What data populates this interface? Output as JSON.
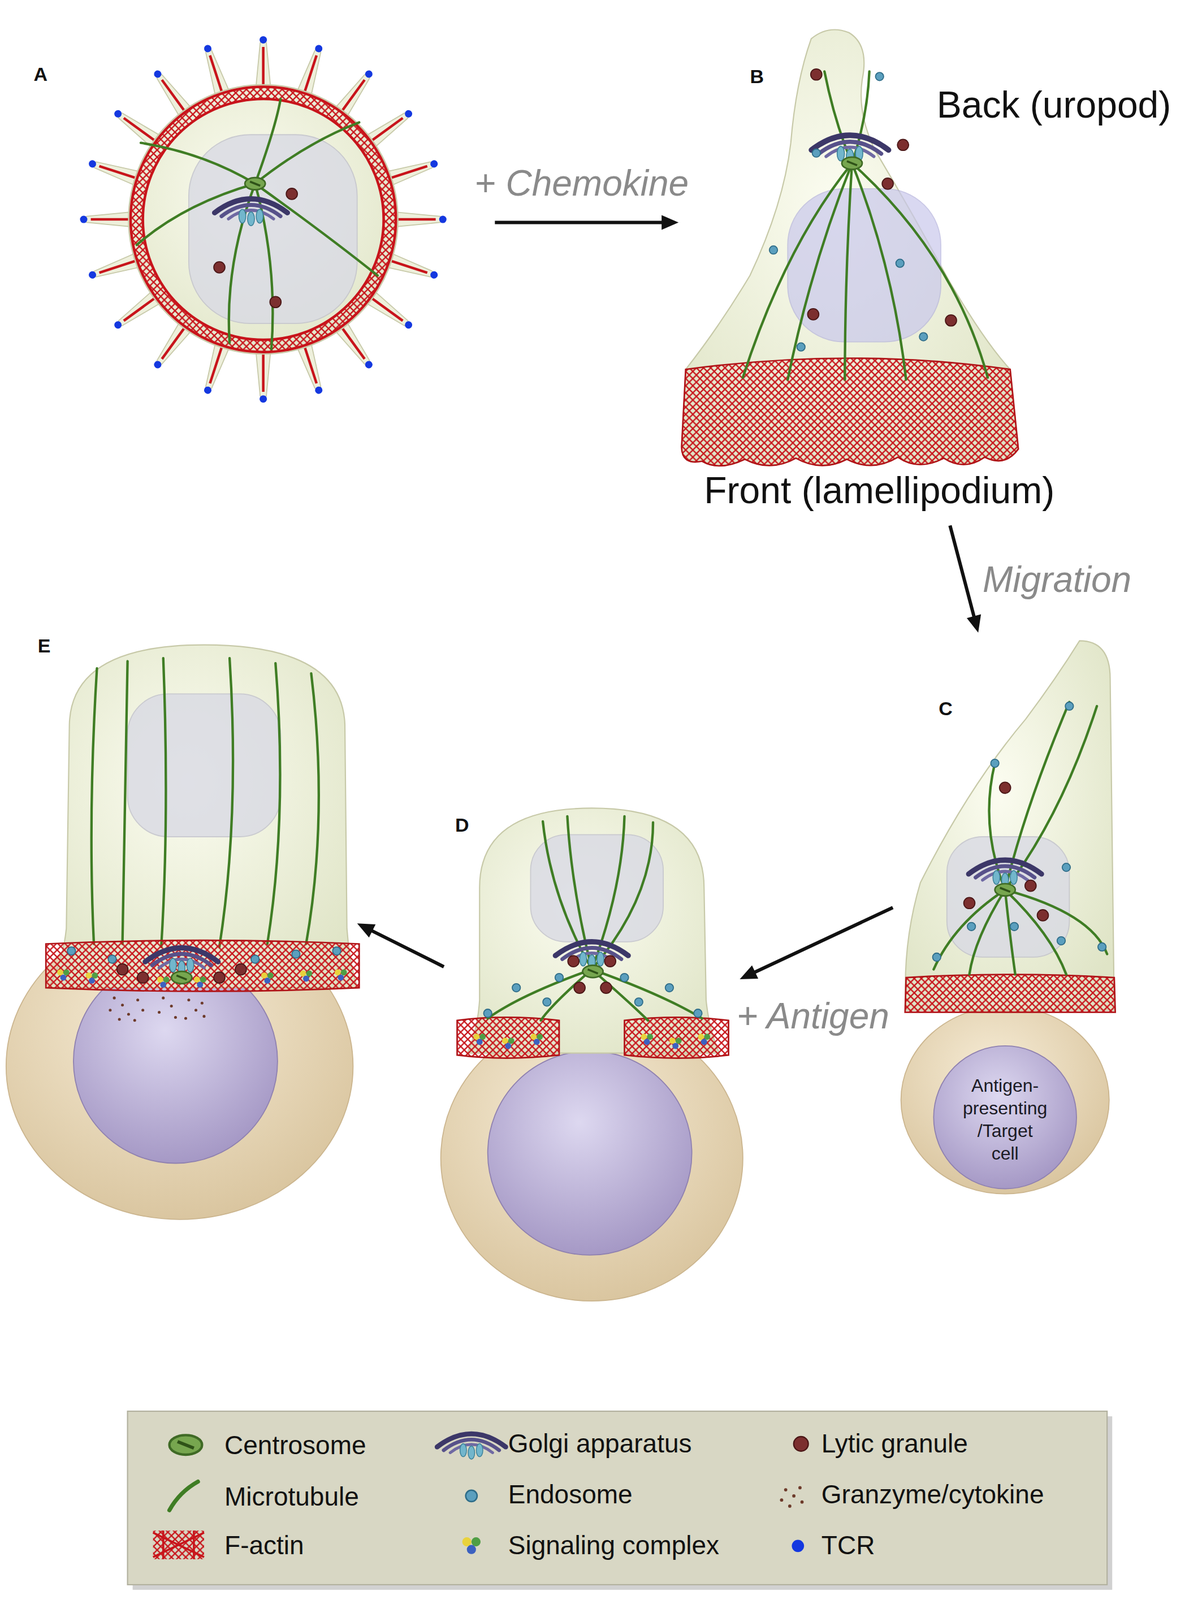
{
  "diagram": {
    "nodes": [
      {
        "text": [
          "A"
        ]
      },
      {
        "text": [
          "B",
          "Back (uropod)",
          "Front (lamellipodium)"
        ]
      },
      {
        "text": [
          "C"
        ]
      },
      {
        "text": [
          "Antigen- presenting /Target cell"
        ]
      },
      {
        "text": [
          "D"
        ]
      },
      {
        "text": [
          "E"
        ]
      }
    ],
    "edges": [
      {
        "from": 0,
        "to": 1,
        "label": "+ Chemokine",
        "arrow": "to"
      },
      {
        "from": 1,
        "to": 2,
        "label": "Migration",
        "arrow": "to"
      },
      {
        "from": 2,
        "to": 4,
        "label": "+ Antigen",
        "arrow": "to"
      },
      {
        "from": 4,
        "to": 5,
        "arrow": "to"
      }
    ],
    "legend": [
      {
        "text": "Centrosome"
      },
      {
        "text": "Golgi apparatus"
      },
      {
        "text": "Lytic granule"
      },
      {
        "text": "Microtubule"
      },
      {
        "text": "Endosome"
      },
      {
        "text": "Granzyme/cytokine"
      },
      {
        "text": "F-actin"
      },
      {
        "text": "Signaling complex"
      },
      {
        "text": "TCR"
      }
    ]
  }
}
